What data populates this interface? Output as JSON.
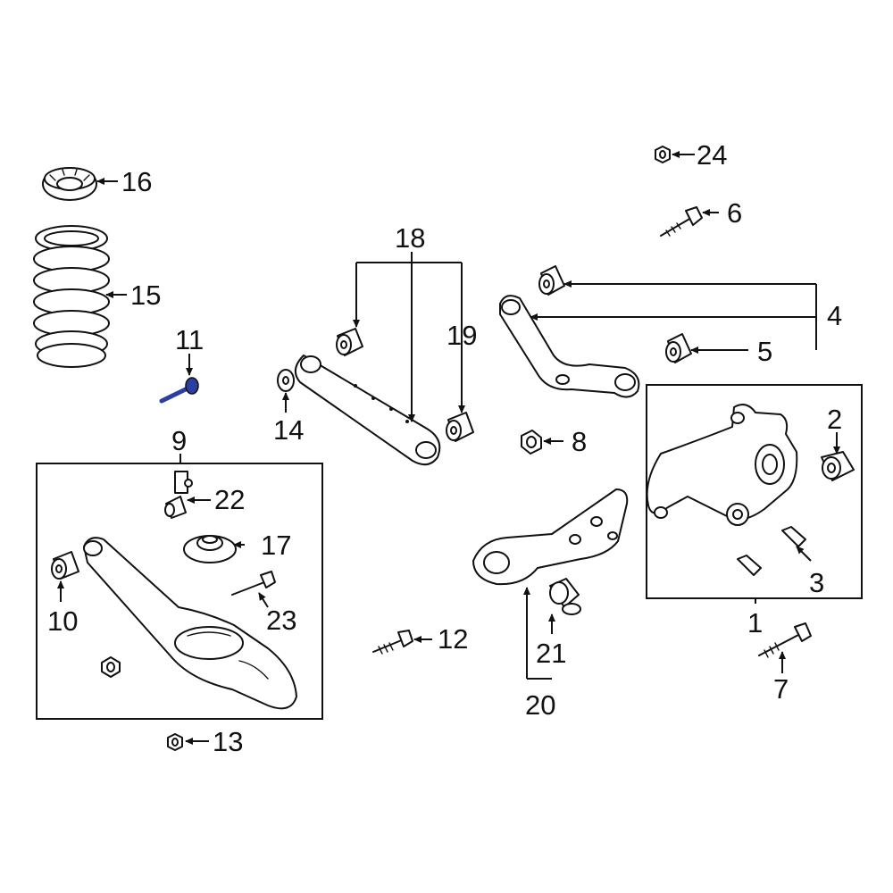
{
  "callouts": {
    "c1": "1",
    "c2": "2",
    "c3": "3",
    "c4": "4",
    "c5": "5",
    "c6": "6",
    "c7": "7",
    "c8": "8",
    "c9": "9",
    "c10": "10",
    "c11": "11",
    "c12": "12",
    "c13": "13",
    "c14": "14",
    "c15": "15",
    "c16": "16",
    "c17": "17",
    "c18": "18",
    "c19": "19",
    "c20": "20",
    "c21": "21",
    "c22": "22",
    "c23": "23",
    "c24": "24"
  },
  "colors": {
    "line": "#111111",
    "highlight": "#2b3fa0",
    "background": "#ffffff"
  }
}
